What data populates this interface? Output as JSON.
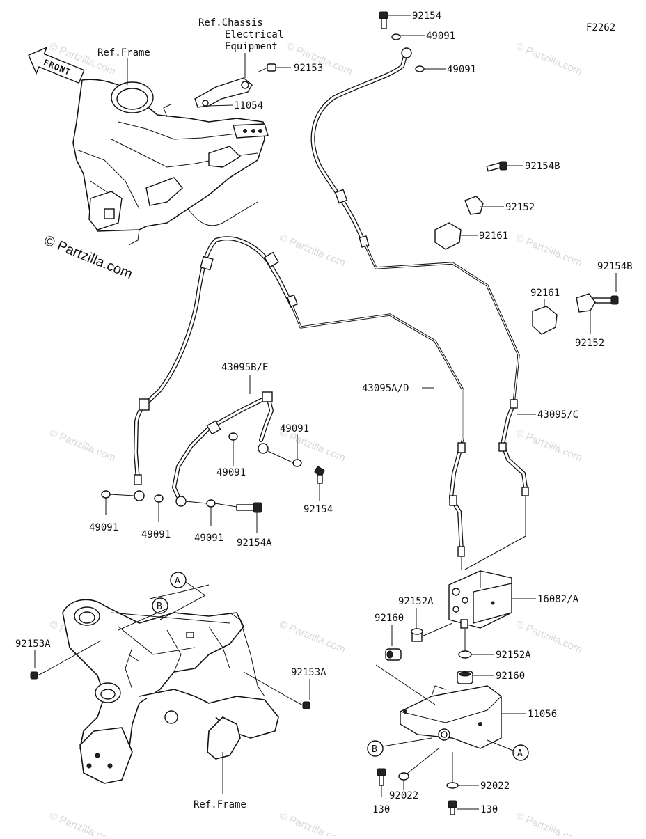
{
  "diagram_id": "F2262",
  "copyright": "© Partzilla.com",
  "watermark": "© Partzilla.com",
  "front_label": "FRONT",
  "refs": {
    "frame_top": "Ref.Frame",
    "chassis_line1": "Ref.Chassis",
    "chassis_line2": "Electrical",
    "chassis_line3": "Equipment",
    "frame_bottom": "Ref.Frame"
  },
  "callout_letters": {
    "a1": "A",
    "b1": "B",
    "a2": "A",
    "b2": "B"
  },
  "parts": {
    "p92154_top": "92154",
    "p49091_t1": "49091",
    "p49091_t2": "49091",
    "p92153": "92153",
    "p11054": "11054",
    "p92154B_1": "92154B",
    "p92152_1": "92152",
    "p92161_1": "92161",
    "p92161_2": "92161",
    "p92154B_2": "92154B",
    "p92152_2": "92152",
    "p43095BE": "43095B/E",
    "p43095AD": "43095A/D",
    "p43095C": "43095/C",
    "p49091_m1": "49091",
    "p49091_m2": "49091",
    "p92154_mid": "92154",
    "p49091_l1": "49091",
    "p49091_l2": "49091",
    "p49091_l3": "49091",
    "p92154A": "92154A",
    "p16082A": "16082/A",
    "p92152A_1": "92152A",
    "p92160_1": "92160",
    "p92152A_2": "92152A",
    "p92160_2": "92160",
    "p11056": "11056",
    "p92153A_1": "92153A",
    "p92153A_2": "92153A",
    "p130_1": "130",
    "p92022_1": "92022",
    "p92022_2": "92022",
    "p130_2": "130"
  }
}
